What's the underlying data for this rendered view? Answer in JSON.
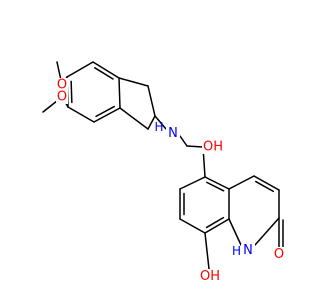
{
  "colors": {
    "bond": "#000000",
    "carbon": "#000000",
    "oxygen": "#ff0000",
    "nitrogen": "#0000ff"
  },
  "atom_labels": {
    "o_methoxy_top": "O",
    "o_methoxy_bottom": "O",
    "n_amine": "N",
    "h_amine": "H",
    "oh_hydroxyl": "OH",
    "n_lactam": "N",
    "h_lactam": "H",
    "o_carbonyl": "O",
    "oh_phenol": "OH"
  }
}
